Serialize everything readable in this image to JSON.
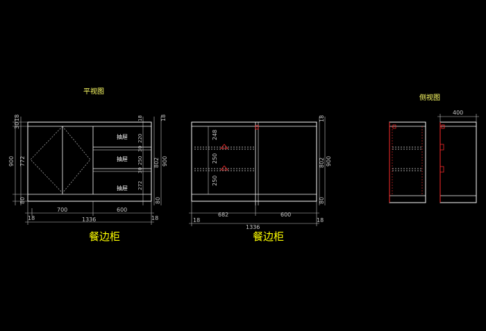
{
  "front_view": {
    "title": "平视图",
    "caption": "餐边柜",
    "drawer_label": "抽屉",
    "left_dims": [
      "30",
      "18",
      "772",
      "900",
      "80"
    ],
    "right_dims": [
      "18",
      "220",
      "30",
      "250",
      "30",
      "272",
      "802",
      "900",
      "80",
      "18"
    ],
    "bottom_dims": [
      "700",
      "600",
      "18",
      "1336",
      "18"
    ]
  },
  "back_view": {
    "caption": "餐边柜",
    "shelf_dims": [
      "248",
      "250",
      "250"
    ],
    "right_dims": [
      "18",
      "802",
      "900",
      "80"
    ],
    "bottom_dims": [
      "682",
      "600",
      "18",
      "1336",
      "18"
    ]
  },
  "side_view": {
    "title": "侧视图",
    "width_dim": "400"
  },
  "colors": {
    "background": "#000000",
    "lines": "#ffffff",
    "dims": "#c8c8c8",
    "caption": "#ffff00",
    "hardware": "#ff2a2a"
  }
}
